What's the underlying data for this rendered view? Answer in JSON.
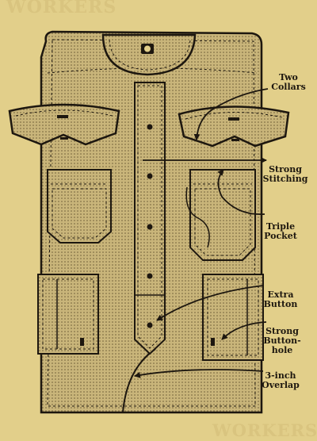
{
  "masthead": {
    "top": "WORKERS",
    "bottom": "WORKERS"
  },
  "callouts": [
    {
      "id": "two-collars",
      "lines": [
        "Two",
        "Collars"
      ]
    },
    {
      "id": "strong-stitching",
      "lines": [
        "Strong",
        "Stitching"
      ]
    },
    {
      "id": "triple-pocket",
      "lines": [
        "Triple",
        "Pocket"
      ]
    },
    {
      "id": "extra-button",
      "lines": [
        "Extra",
        "Button"
      ]
    },
    {
      "id": "strong-buttonhole",
      "lines": [
        "Strong",
        "Button-",
        "hole"
      ]
    },
    {
      "id": "overlap",
      "lines": [
        "3-inch",
        "Overlap"
      ]
    }
  ],
  "colors": {
    "paper": "#e2cf8a",
    "cloth": "#c9b57a",
    "ink": "#1d170f"
  }
}
